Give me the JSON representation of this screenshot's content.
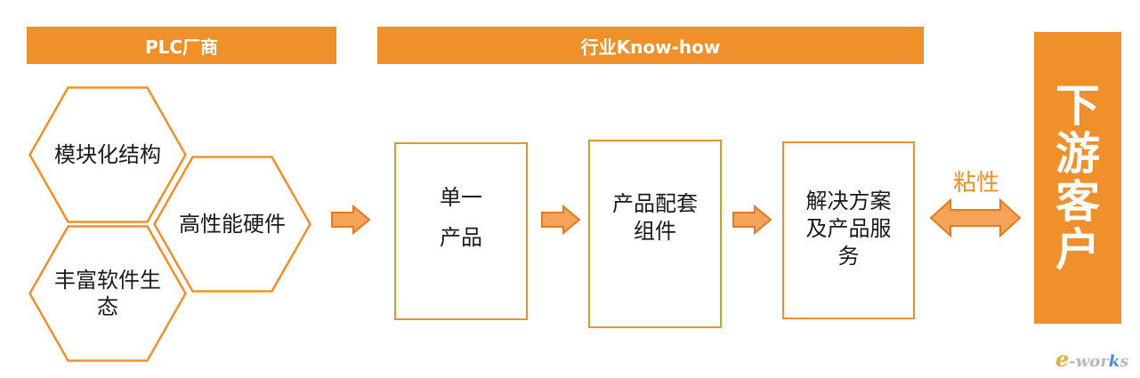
{
  "header": {
    "plc_vendor": "PLC厂商",
    "industry_know_how": "行业Know-how"
  },
  "hexagons": {
    "modular_structure": "模块化结构",
    "high_performance_hardware": "高性能硬件",
    "rich_software_ecosystem": "丰富软件生态"
  },
  "stages": {
    "single_product": [
      "单一",
      "产品"
    ],
    "product_kit": [
      "产品配套",
      "组件"
    ],
    "solution": [
      "解决方案",
      "及产品服",
      "务"
    ]
  },
  "stickiness": "粘性",
  "customer": [
    "下",
    "游",
    "客",
    "户"
  ],
  "logo": {
    "e": "e",
    "text": "-wor",
    "k": "k",
    "s": "s"
  },
  "colors": {
    "accent": "#f0902a",
    "text": "#1a1a1a",
    "background": "#ffffff"
  }
}
